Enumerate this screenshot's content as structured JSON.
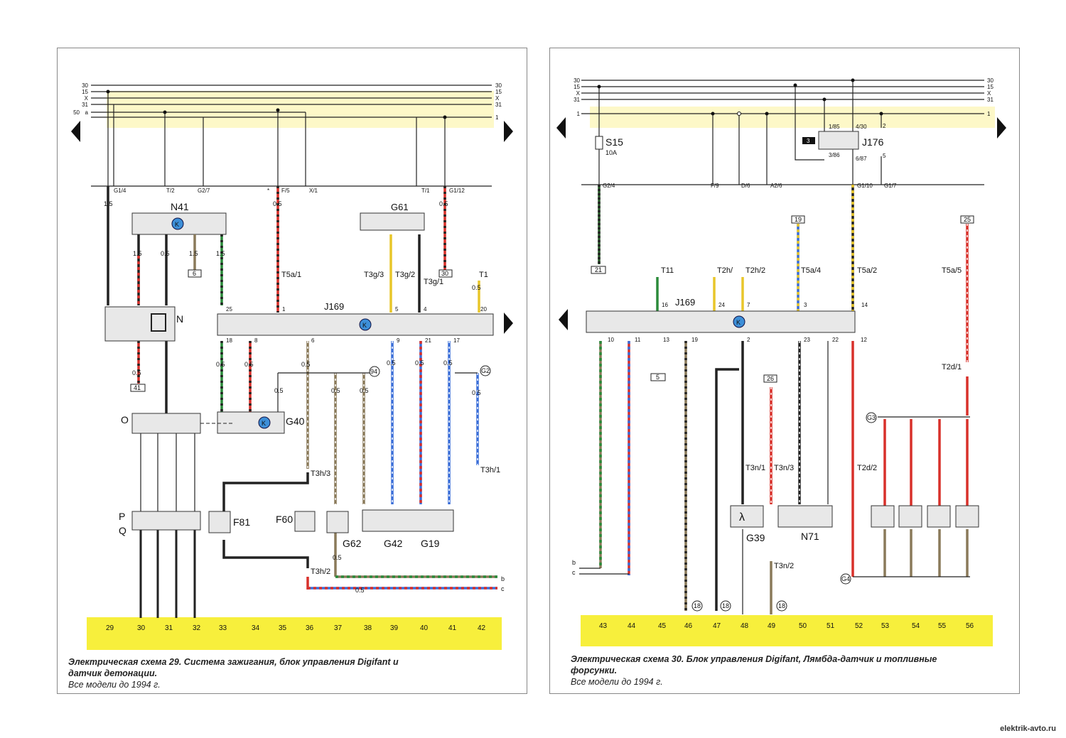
{
  "left": {
    "rails": [
      "30",
      "15",
      "X",
      "31",
      "50",
      "a",
      "1"
    ],
    "rail_labels_right": [
      "30",
      "15",
      "X",
      "31",
      "1"
    ],
    "connectors_top": [
      "G1/4",
      "T/2",
      "G2/7",
      "*",
      "F/5",
      "X/1",
      "T/1",
      "G1/12"
    ],
    "wire_sizes": [
      "1.5",
      "1.5",
      "0.5",
      "1.5",
      "1.5",
      "0.5",
      "0.5",
      "0.5",
      "0.5",
      "0.5",
      "0.5",
      "0.5",
      "0.5",
      "0.5",
      "0.5",
      "0.5",
      "0.5",
      "0.5",
      "0.5",
      "0.5"
    ],
    "components": {
      "n41": "N41",
      "n": "N",
      "g61": "G61",
      "j169": "J169",
      "g40": "G40",
      "o": "O",
      "p": "P",
      "q": "Q",
      "f81": "F81",
      "f60": "F60",
      "g62": "G62",
      "g42": "G42",
      "g19": "G19",
      "t5a1": "T5a/1",
      "t3g3": "T3g/3",
      "t3g2": "T3g/2",
      "t3g1": "T3g/1",
      "t1": "T1",
      "t3h3": "T3h/3",
      "t3h2": "T3h/2",
      "t3h1": "T3h/1"
    },
    "refs": [
      "6",
      "30",
      "41",
      "94",
      "G2"
    ],
    "pins_j169_top": [
      "25",
      "1",
      "5",
      "4",
      "20"
    ],
    "pins_j169_bottom": [
      "18",
      "8",
      "6",
      "9",
      "21",
      "17"
    ],
    "edge_labels": [
      "b",
      "c"
    ],
    "bus_numbers": [
      "29",
      "30",
      "31",
      "32",
      "33",
      "34",
      "35",
      "36",
      "37",
      "38",
      "39",
      "40",
      "41",
      "42"
    ],
    "caption_title": "Электрическая схема 29. Система зажигания, блок управления Digifant и датчик детонации.",
    "caption_sub": "Все модели до 1994 г."
  },
  "right": {
    "rails": [
      "30",
      "15",
      "X",
      "31",
      "1"
    ],
    "connectors_top": [
      "G2/4",
      "F/9",
      "D/6",
      "A2/6",
      "G1/10",
      "G1/7"
    ],
    "components": {
      "s15": "S15",
      "fuse_rating": "10A",
      "j176": "J176",
      "j169": "J169",
      "g39": "G39",
      "n71": "N71",
      "t11": "T11",
      "t2h": "T2h/",
      "t2h2": "T2h/2",
      "t5a4": "T5a/4",
      "t5a2": "T5a/2",
      "t5a5": "T5a/5",
      "t2d1": "T2d/1",
      "t2d2": "T2d/2",
      "t3n1": "T3n/1",
      "t3n3": "T3n/3",
      "t3n2": "T3n/2"
    },
    "relay_pins": [
      "1/85",
      "4/30",
      "2",
      "3/86",
      "6/87",
      "5"
    ],
    "refs": [
      "21",
      "19",
      "25",
      "5",
      "26",
      "18",
      "18",
      "18",
      "G3",
      "G4",
      "3"
    ],
    "pins_j169_top": [
      "16",
      "24",
      "7",
      "3",
      "14"
    ],
    "pins_j169_bottom": [
      "10",
      "11",
      "13",
      "19",
      "2",
      "23",
      "22",
      "12"
    ],
    "edge_labels": [
      "b",
      "c"
    ],
    "bus_numbers": [
      "43",
      "44",
      "45",
      "46",
      "47",
      "48",
      "49",
      "50",
      "51",
      "52",
      "53",
      "54",
      "55",
      "56"
    ],
    "caption_title": "Электрическая схема 30. Блок управления Digifant, Лямбда-датчик и топливные форсунки.",
    "caption_sub": "Все модели до 1994 г."
  },
  "watermark": "elektrik-avto.ru"
}
